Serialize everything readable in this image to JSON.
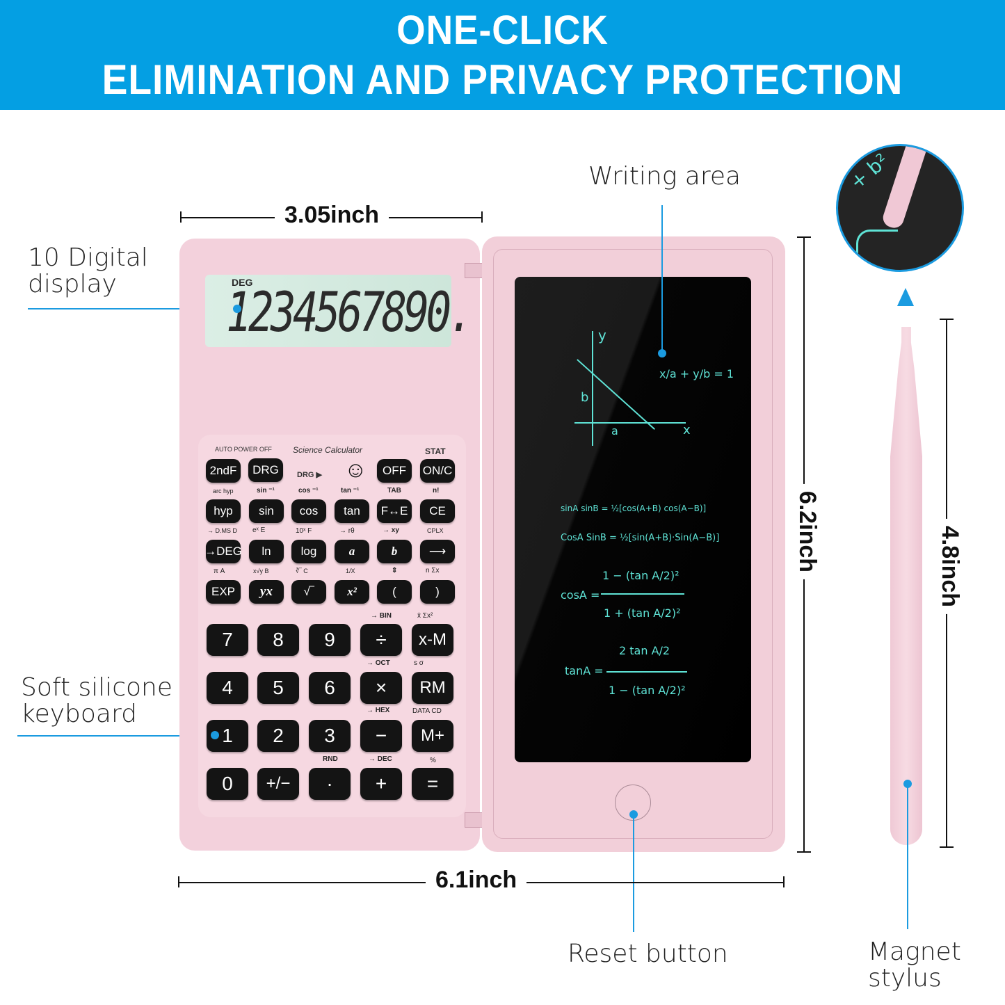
{
  "banner": {
    "line1": "ONE-CLICK",
    "line2": "ELIMINATION AND PRIVACY PROTECTION",
    "color": "#049fe3"
  },
  "callouts": {
    "display": "10 Digital\ndisplay",
    "display_l1": "10 Digital",
    "display_l2": "display",
    "keyboard_l1": "Soft silicone",
    "keyboard_l2": "keyboard",
    "writing_area": "Writing area",
    "reset_button": "Reset button",
    "stylus_l1": "Magnet",
    "stylus_l2": "stylus"
  },
  "dimensions": {
    "calc_width": "3.05inch",
    "total_width": "6.1inch",
    "height": "6.2inch",
    "stylus_length": "4.8inch"
  },
  "lcd": {
    "mode": "DEG",
    "digits": "1234567890."
  },
  "keypad": {
    "brand_left": "AUTO POWER OFF",
    "brand_center": "Science Calculator",
    "brand_right": "STAT",
    "drg_indicator": "DRG ▶",
    "smiley": "☺",
    "small_rows": [
      [
        "2ndF",
        "DRG",
        "",
        "",
        "OFF",
        "ON/C"
      ],
      [
        "hyp",
        "sin",
        "cos",
        "tan",
        "F↔E",
        "CE"
      ],
      [
        "→DEG",
        "ln",
        "log",
        "a",
        "b",
        "⟶"
      ],
      [
        "EXP",
        "yx",
        "√‾",
        "x²",
        "(",
        ")"
      ]
    ],
    "small_subs": [
      [
        "arc hyp",
        "sin ⁻¹",
        "cos ⁻¹",
        "tan ⁻¹",
        "TAB",
        "n!"
      ],
      [
        "→ D.MS D",
        "eˣ    E",
        "10ˣ   F",
        "→ rθ",
        "→ xy",
        "CPLX"
      ],
      [
        "π    A",
        "x√y  B",
        "∛‾  C",
        "1/X",
        "⇕",
        "n  Σx"
      ]
    ],
    "large_rows": [
      [
        "7",
        "8",
        "9",
        "÷",
        "x-M"
      ],
      [
        "4",
        "5",
        "6",
        "×",
        "RM"
      ],
      [
        "1",
        "2",
        "3",
        "−",
        "M+"
      ],
      [
        "0",
        "+/−",
        "·",
        "+",
        "="
      ]
    ],
    "large_subs": [
      [
        "",
        "",
        "",
        "→ BIN",
        "x̄      Σx²"
      ],
      [
        "",
        "",
        "",
        "→ OCT",
        "s       σ"
      ],
      [
        "",
        "",
        "",
        "→ HEX",
        "DATA   CD"
      ],
      [
        "",
        "",
        "RND",
        "→ DEC",
        "%"
      ]
    ]
  },
  "writing_screen": {
    "graph_labels": {
      "y": "y",
      "x": "x",
      "a": "a",
      "b": "b"
    },
    "equation_intercept": "x/a + y/b = 1",
    "eq1": "sinA sinB = ½[cos(A+B) cos(A−B)]",
    "eq2": "CosA SinB = ½[sin(A+B)·Sin(A−B)]",
    "eq3_lhs": "cosA =",
    "eq3_num": "1 − (tan A/2)²",
    "eq3_den": "1 + (tan A/2)²",
    "eq4_lhs": "tanA =",
    "eq4_num": "2 tan A/2",
    "eq4_den": "1 − (tan A/2)²",
    "ink_color": "#5fe3d6"
  },
  "stylus_zoom": {
    "text": "+ b²"
  }
}
